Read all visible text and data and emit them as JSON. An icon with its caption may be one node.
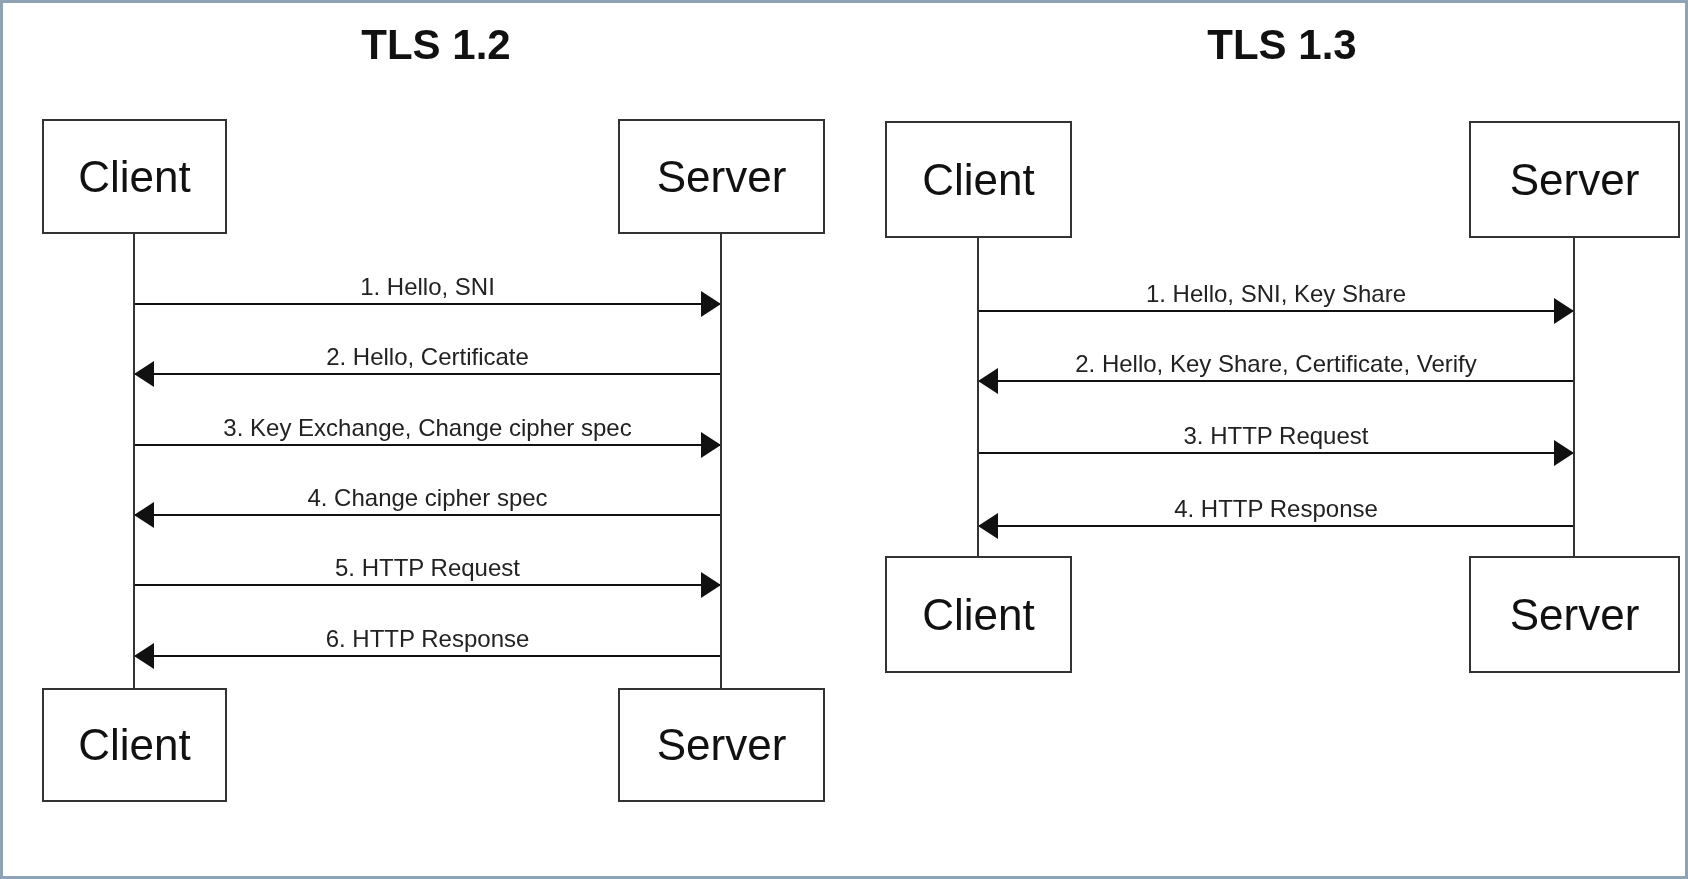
{
  "diagram": {
    "nodes": [
      {
        "text": [
          "Client"
        ]
      },
      {
        "text": [
          "Server"
        ]
      },
      {
        "text": [],
        "shape": "bar"
      },
      {
        "text": [],
        "shape": "bar"
      },
      {
        "text": [
          "Client"
        ]
      },
      {
        "text": [
          "Server"
        ]
      },
      {
        "text": [
          "Client"
        ]
      },
      {
        "text": [
          "Server"
        ]
      },
      {
        "text": [],
        "shape": "bar"
      },
      {
        "text": [],
        "shape": "bar"
      },
      {
        "text": [
          "Client"
        ]
      },
      {
        "text": [
          "Server"
        ]
      }
    ],
    "edges": [
      {
        "from": 2,
        "to": 3,
        "arrow": "to",
        "label": "1. Hello, SNI"
      },
      {
        "from": 3,
        "to": 2,
        "arrow": "to",
        "label": "2. Hello, Certificate"
      },
      {
        "from": 2,
        "to": 3,
        "arrow": "to",
        "label": "3. Key Exchange, Change cipher spec"
      },
      {
        "from": 3,
        "to": 2,
        "arrow": "to",
        "label": "4. Change cipher spec"
      },
      {
        "from": 2,
        "to": 3,
        "arrow": "to",
        "label": "5. HTTP Request"
      },
      {
        "from": 3,
        "to": 2,
        "arrow": "to",
        "label": "6. HTTP Response"
      },
      {
        "from": 8,
        "to": 9,
        "arrow": "to",
        "label": "1. Hello, SNI, Key Share"
      },
      {
        "from": 9,
        "to": 8,
        "arrow": "to",
        "label": "2. Hello, Key Share, Certificate, Verify"
      },
      {
        "from": 8,
        "to": 9,
        "arrow": "to",
        "label": "3. HTTP Request"
      },
      {
        "from": 9,
        "to": 8,
        "arrow": "to",
        "label": "4. HTTP Response"
      }
    ],
    "labels": [
      "TLS 1.2",
      "TLS 1.3"
    ]
  }
}
